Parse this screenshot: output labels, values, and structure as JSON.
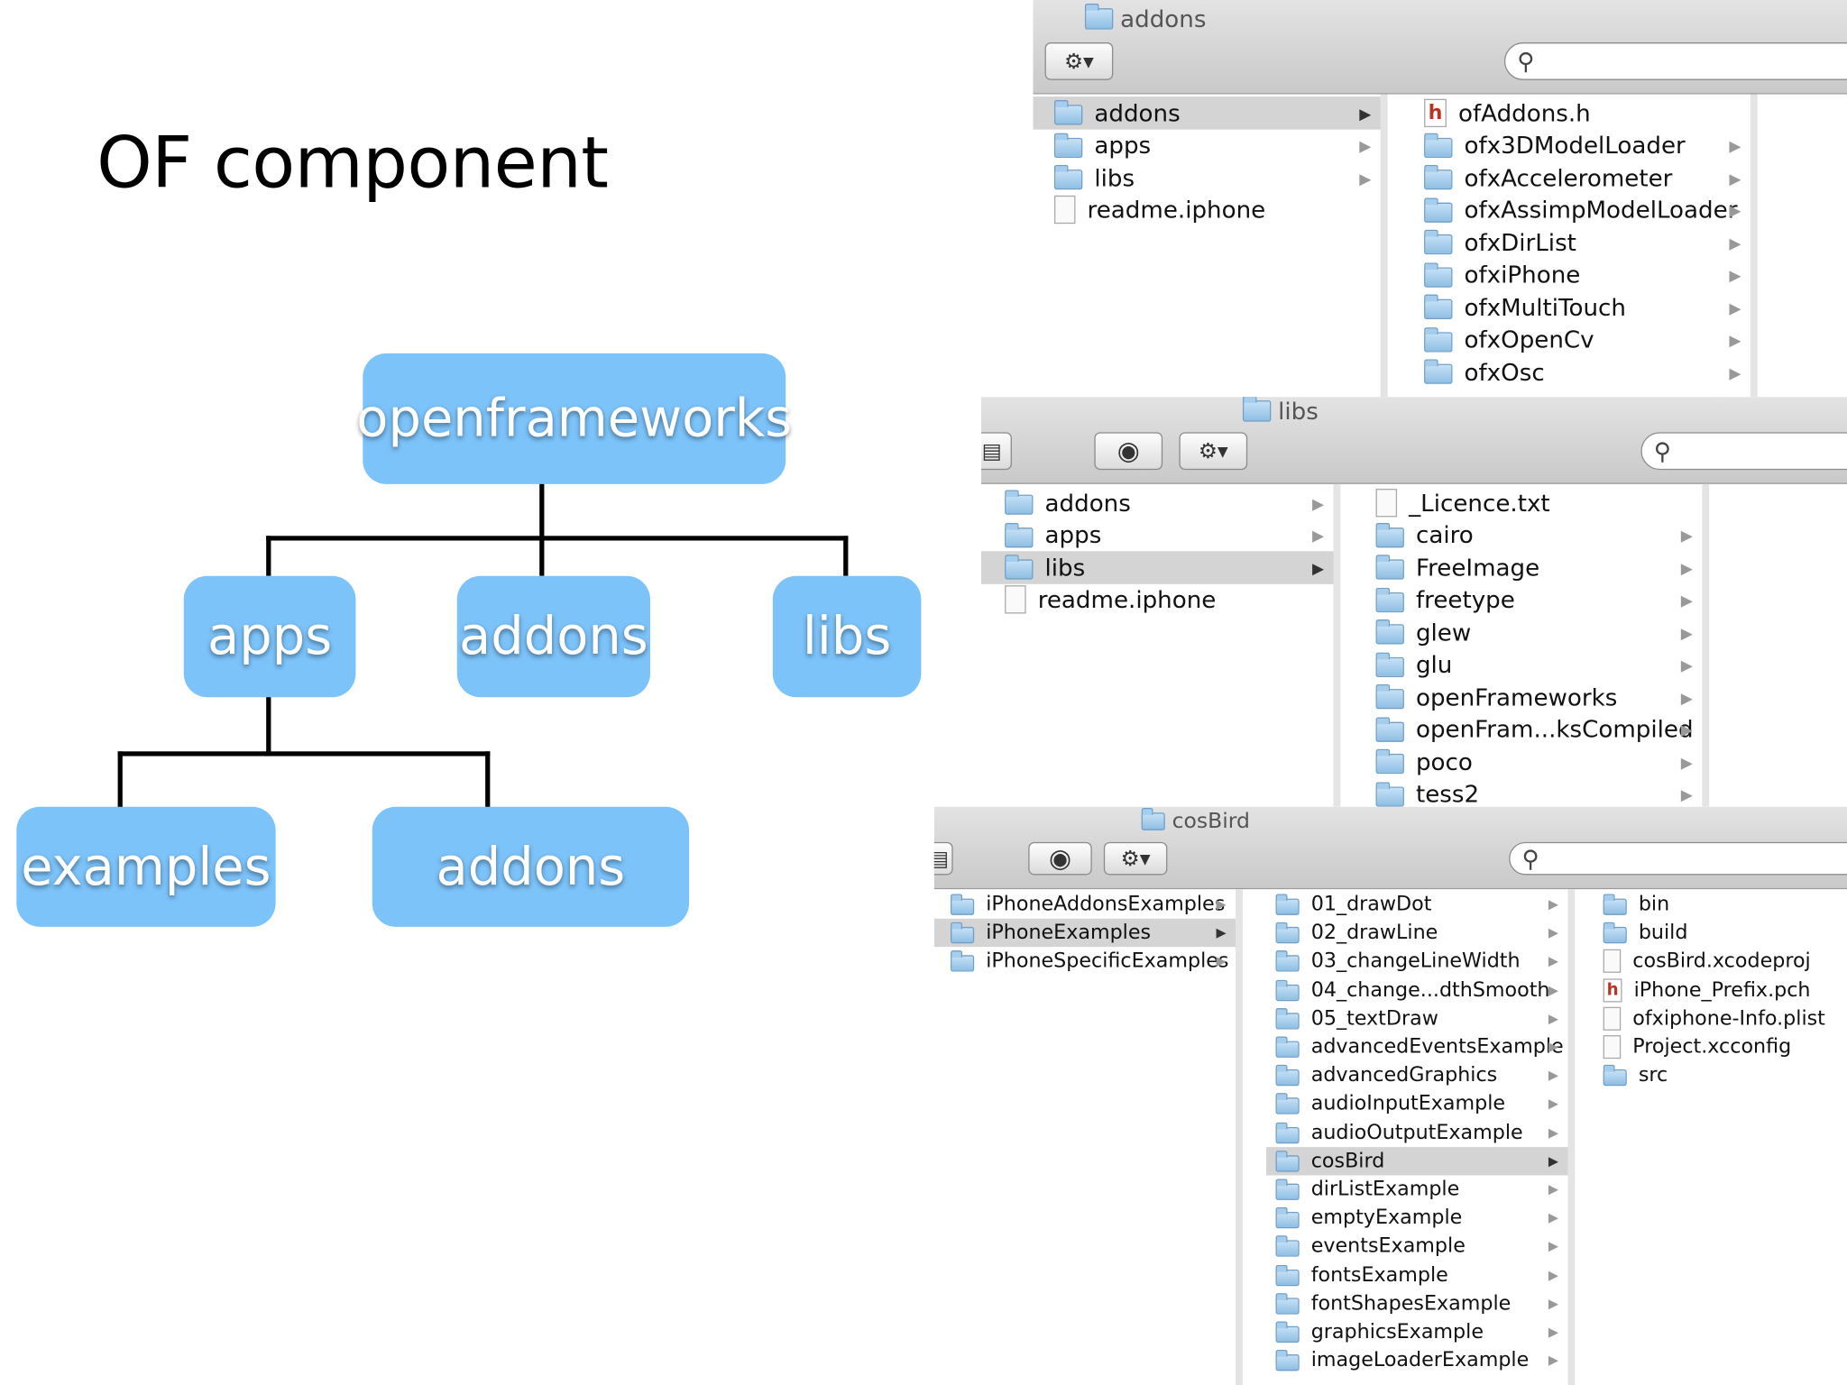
{
  "slide_title": "OF component",
  "diagram": {
    "root": "openframeworks",
    "apps": "apps",
    "addons": "addons",
    "libs": "libs",
    "examples": "examples",
    "apps_addons": "addons"
  },
  "finder_addons": {
    "window_title": "addons",
    "col1": [
      "addons",
      "apps",
      "libs",
      "readme.iphone"
    ],
    "col2": [
      "ofAddons.h",
      "ofx3DModelLoader",
      "ofxAccelerometer",
      "ofxAssimpModelLoader",
      "ofxDirList",
      "ofxiPhone",
      "ofxMultiTouch",
      "ofxOpenCv",
      "ofxOsc"
    ]
  },
  "finder_libs": {
    "window_title": "libs",
    "col1": [
      "addons",
      "apps",
      "libs",
      "readme.iphone"
    ],
    "col2": [
      "_Licence.txt",
      "cairo",
      "FreeImage",
      "freetype",
      "glew",
      "glu",
      "openFrameworks",
      "openFram...ksCompiled",
      "poco",
      "tess2"
    ]
  },
  "finder_cosbird": {
    "window_title": "cosBird",
    "col1": [
      "iPhoneAddonsExamples",
      "iPhoneExamples",
      "iPhoneSpecificExamples"
    ],
    "col2": [
      "01_drawDot",
      "02_drawLine",
      "03_changeLineWidth",
      "04_change...dthSmooth",
      "05_textDraw",
      "advancedEventsExample",
      "advancedGraphics",
      "audioInputExample",
      "audioOutputExample",
      "cosBird",
      "dirListExample",
      "emptyExample",
      "eventsExample",
      "fontsExample",
      "fontShapesExample",
      "graphicsExample",
      "imageLoaderExample"
    ],
    "col3": [
      "bin",
      "build",
      "cosBird.xcodeproj",
      "iPhone_Prefix.pch",
      "ofxiphone-Info.plist",
      "Project.xcconfig",
      "src"
    ]
  },
  "icons": {
    "search": "search-icon",
    "gear": "gear-icon",
    "eye": "eye-icon",
    "folder": "folder-icon"
  },
  "colors": {
    "node_fill": "#7cc3fa",
    "selection": "#d4d4d4"
  }
}
